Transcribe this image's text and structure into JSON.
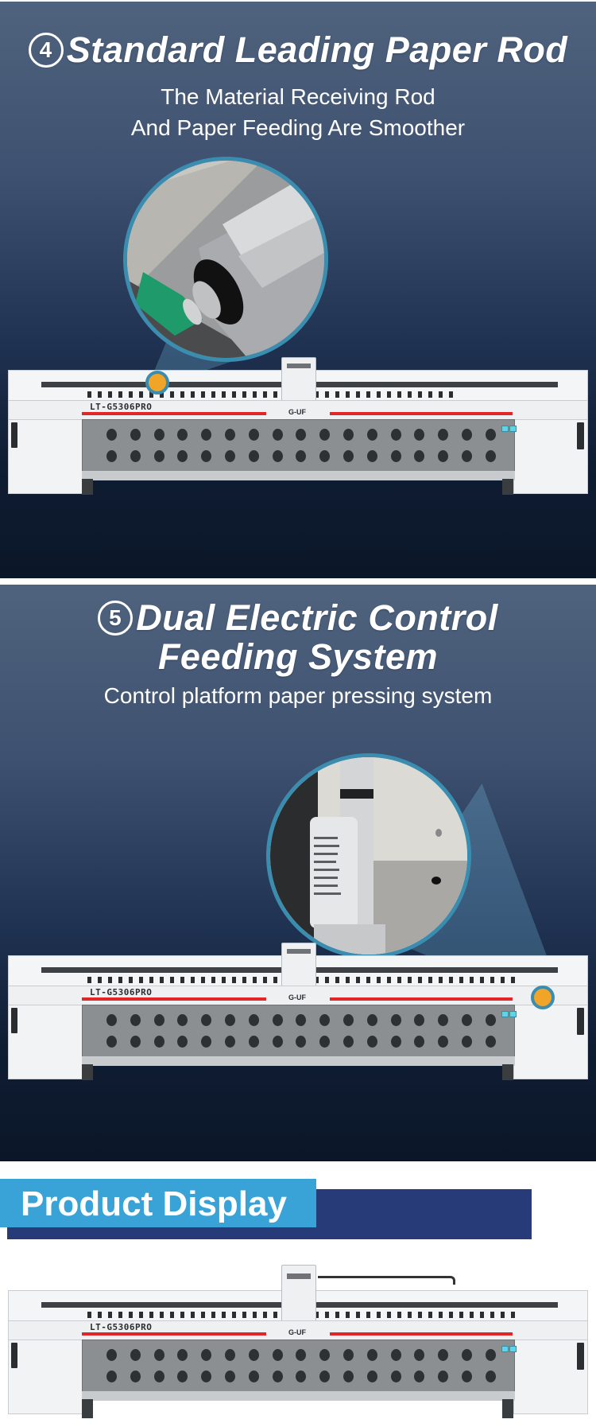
{
  "sections": [
    {
      "number": "4",
      "title_lines": [
        "Standard Leading Paper Rod"
      ],
      "subtitle_lines": [
        "The Material Receiving Rod",
        "And Paper Feeding Are Smoother"
      ],
      "magnifier": {
        "subject": "leading-paper-rod-closeup",
        "callout_color": "#f0a428",
        "ring_color": "#3b8db0"
      }
    },
    {
      "number": "5",
      "title_lines": [
        "Dual Electric Control",
        "Feeding System"
      ],
      "subtitle_lines": [
        "Control platform paper pressing system"
      ],
      "magnifier": {
        "subject": "electric-actuator-closeup",
        "callout_color": "#f0a428",
        "ring_color": "#3b8db0"
      }
    }
  ],
  "printer": {
    "model_label": "LT-G5306PRO",
    "logo_text": "G‑UF",
    "fan_rows": 2,
    "fans_per_row": 17,
    "accent_stripe": "#e0262b"
  },
  "product_display": {
    "heading": "Product Display",
    "light_color": "#39a3d8",
    "dark_color": "#263b78"
  },
  "colors": {
    "bg_top": "#4f637e",
    "bg_bottom": "#0b1628"
  }
}
